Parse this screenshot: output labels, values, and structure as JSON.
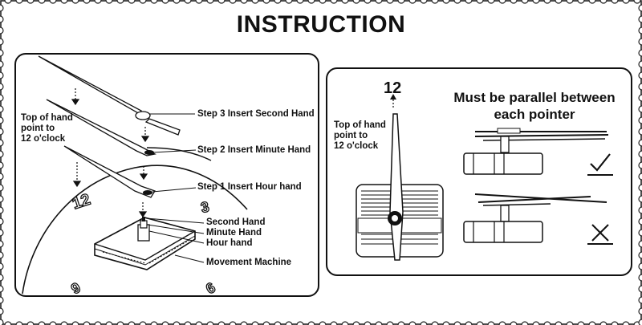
{
  "title": "INSTRUCTION",
  "left_panel": {
    "note": "Top of hand\npoint to\n12  o'clock",
    "steps": {
      "step3": "Step 3 Insert Second Hand",
      "step2": "Step 2 Insert Minute Hand",
      "step1": "Step 1 Insert Hour hand"
    },
    "parts": {
      "second": "Second Hand",
      "minute": "Minute Hand",
      "hour": "Hour hand",
      "movement": "Movement Machine"
    },
    "dial": {
      "n12": "12",
      "n3": "3",
      "n9": "9",
      "n6": "6"
    }
  },
  "right_panel": {
    "twelve": "12",
    "note": "Top of hand\npoint to\n12 o'clock",
    "heading": "Must be parallel between\neach pointer",
    "correct_icon": "checkmark-icon",
    "wrong_icon": "cross-icon"
  }
}
